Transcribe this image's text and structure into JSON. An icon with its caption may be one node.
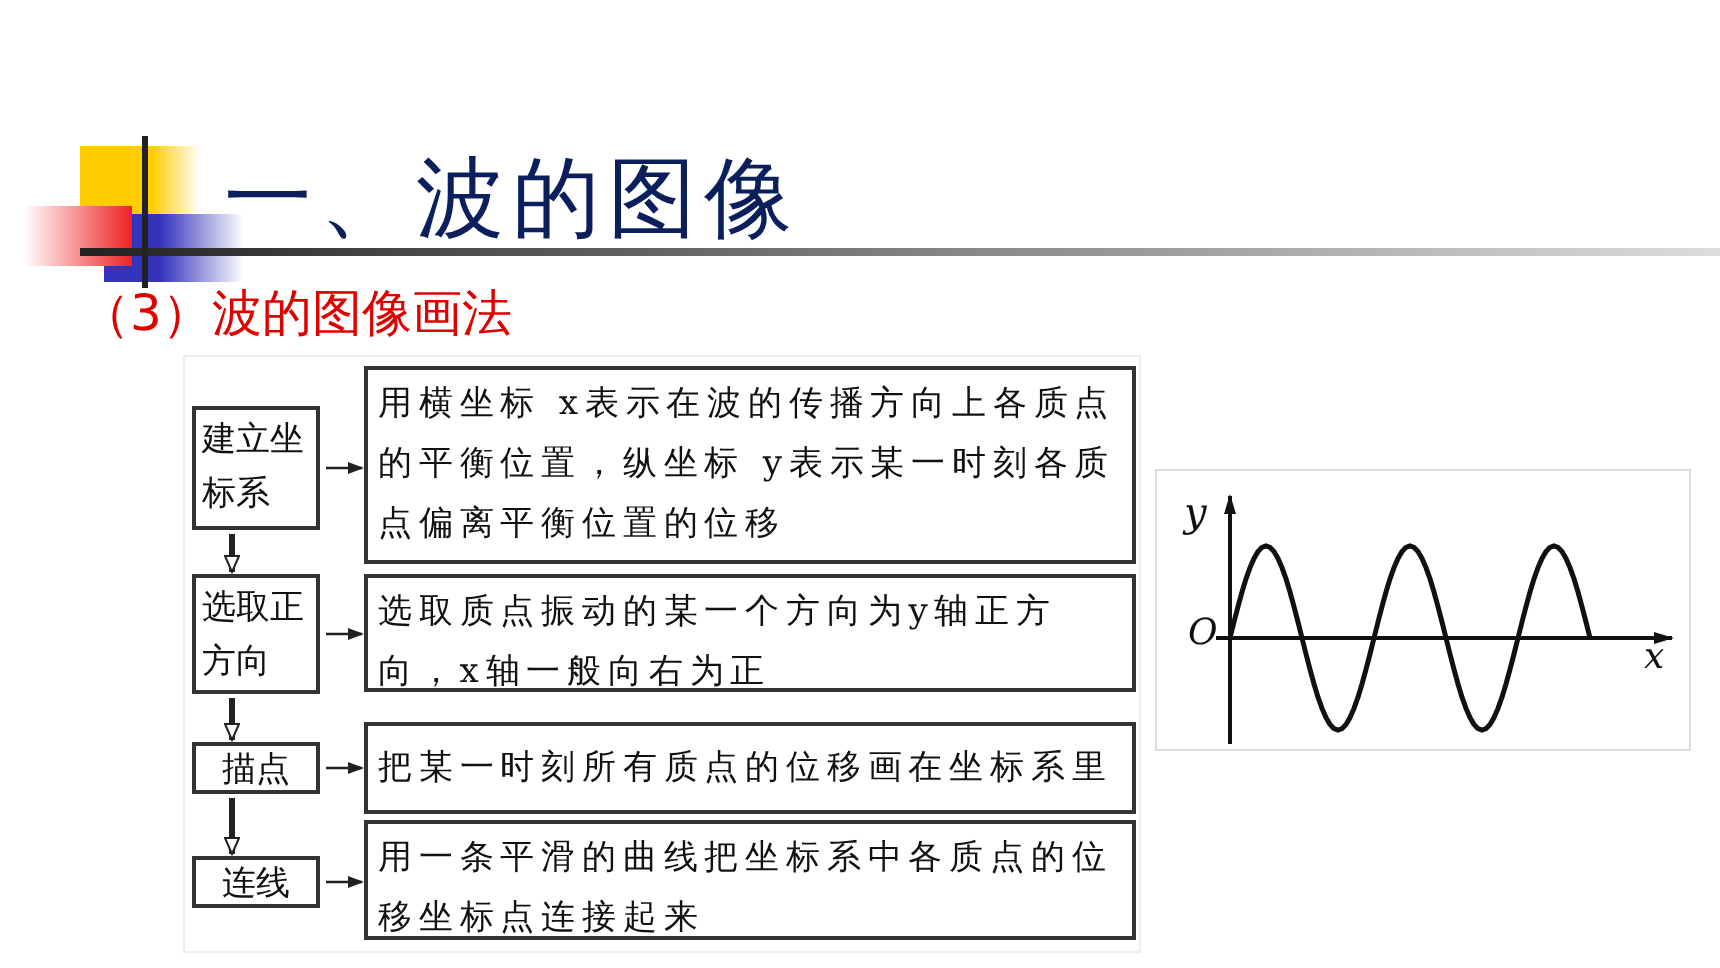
{
  "diagram": {
    "title": "一、波的图像",
    "nodes": [
      {
        "text": [
          "建立坐标系"
        ]
      },
      {
        "text": [
          "用横坐标 x表示在波的传播方向上各质点的平衡位置，纵坐标 y表示某一时刻各质点偏离平衡位置的位移"
        ]
      },
      {
        "text": [
          "选取正方向"
        ]
      },
      {
        "text": [
          "选取质点振动的某一个方向为y轴正方向，x轴一般向右为正"
        ]
      },
      {
        "text": [
          "描点"
        ]
      },
      {
        "text": [
          "把某一时刻所有质点的位移画在坐标系里"
        ]
      },
      {
        "text": [
          "连线"
        ]
      },
      {
        "text": [
          "用一条平滑的曲线把坐标系中各质点的位移坐标点连接起来"
        ]
      }
    ],
    "edges": [
      {
        "from": 0,
        "to": 1,
        "arrow": "to"
      },
      {
        "from": 0,
        "to": 2,
        "arrow": "to",
        "style": "thick"
      },
      {
        "from": 2,
        "to": 3,
        "arrow": "to"
      },
      {
        "from": 2,
        "to": 4,
        "arrow": "to",
        "style": "thick"
      },
      {
        "from": 4,
        "to": 5,
        "arrow": "to"
      },
      {
        "from": 4,
        "to": 6,
        "arrow": "to",
        "style": "thick"
      },
      {
        "from": 6,
        "to": 7,
        "arrow": "to"
      }
    ],
    "labels": [
      "（3）波的图像画法",
      "y",
      "O",
      "x"
    ]
  }
}
